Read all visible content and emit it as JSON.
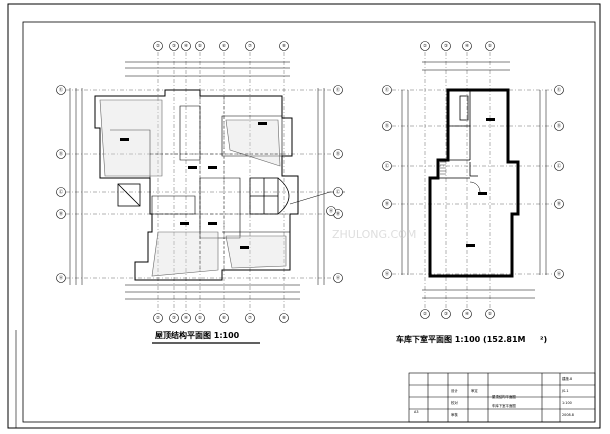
{
  "left_plan": {
    "caption": "屋顶结构平面图 1:100",
    "grid_top": [
      "②",
      "③",
      "④",
      "⑤",
      "⑥",
      "⑦",
      "⑧"
    ],
    "grid_bottom": [
      "②",
      "③",
      "④",
      "⑤",
      "⑥",
      "⑦",
      "⑧"
    ],
    "grid_left": [
      "Ⓔ",
      "Ⓓ",
      "Ⓒ",
      "Ⓑ",
      "Ⓐ"
    ],
    "grid_right": [
      "Ⓔ",
      "Ⓓ",
      "Ⓒ",
      "Ⓑ",
      "Ⓐ"
    ],
    "annotation": "Ⓐ"
  },
  "right_plan": {
    "caption": "车库下室平面图 1:100 (152.81M",
    "caption_tail": "²)",
    "grid_top": [
      "②",
      "③",
      "④",
      "⑤"
    ],
    "grid_bottom": [
      "②",
      "③",
      "④",
      "⑤"
    ],
    "grid_left": [
      "Ⓔ",
      "Ⓓ",
      "Ⓒ",
      "Ⓑ",
      "Ⓐ"
    ],
    "grid_right": [
      "Ⓔ",
      "Ⓓ",
      "Ⓒ",
      "Ⓑ",
      "Ⓐ"
    ]
  },
  "title_block": {
    "drawing_title_1": "屋顶结构平面图",
    "drawing_title_2": "车库下室平面图",
    "sheet_label": "建施-8",
    "sheet_no": "JS-1",
    "scale": "1:100",
    "date": "2008.8",
    "cells_left": [
      "设计",
      "校对",
      "审核",
      "审定"
    ],
    "corner_mark": "A3"
  },
  "watermark": "ZHULONG.COM"
}
